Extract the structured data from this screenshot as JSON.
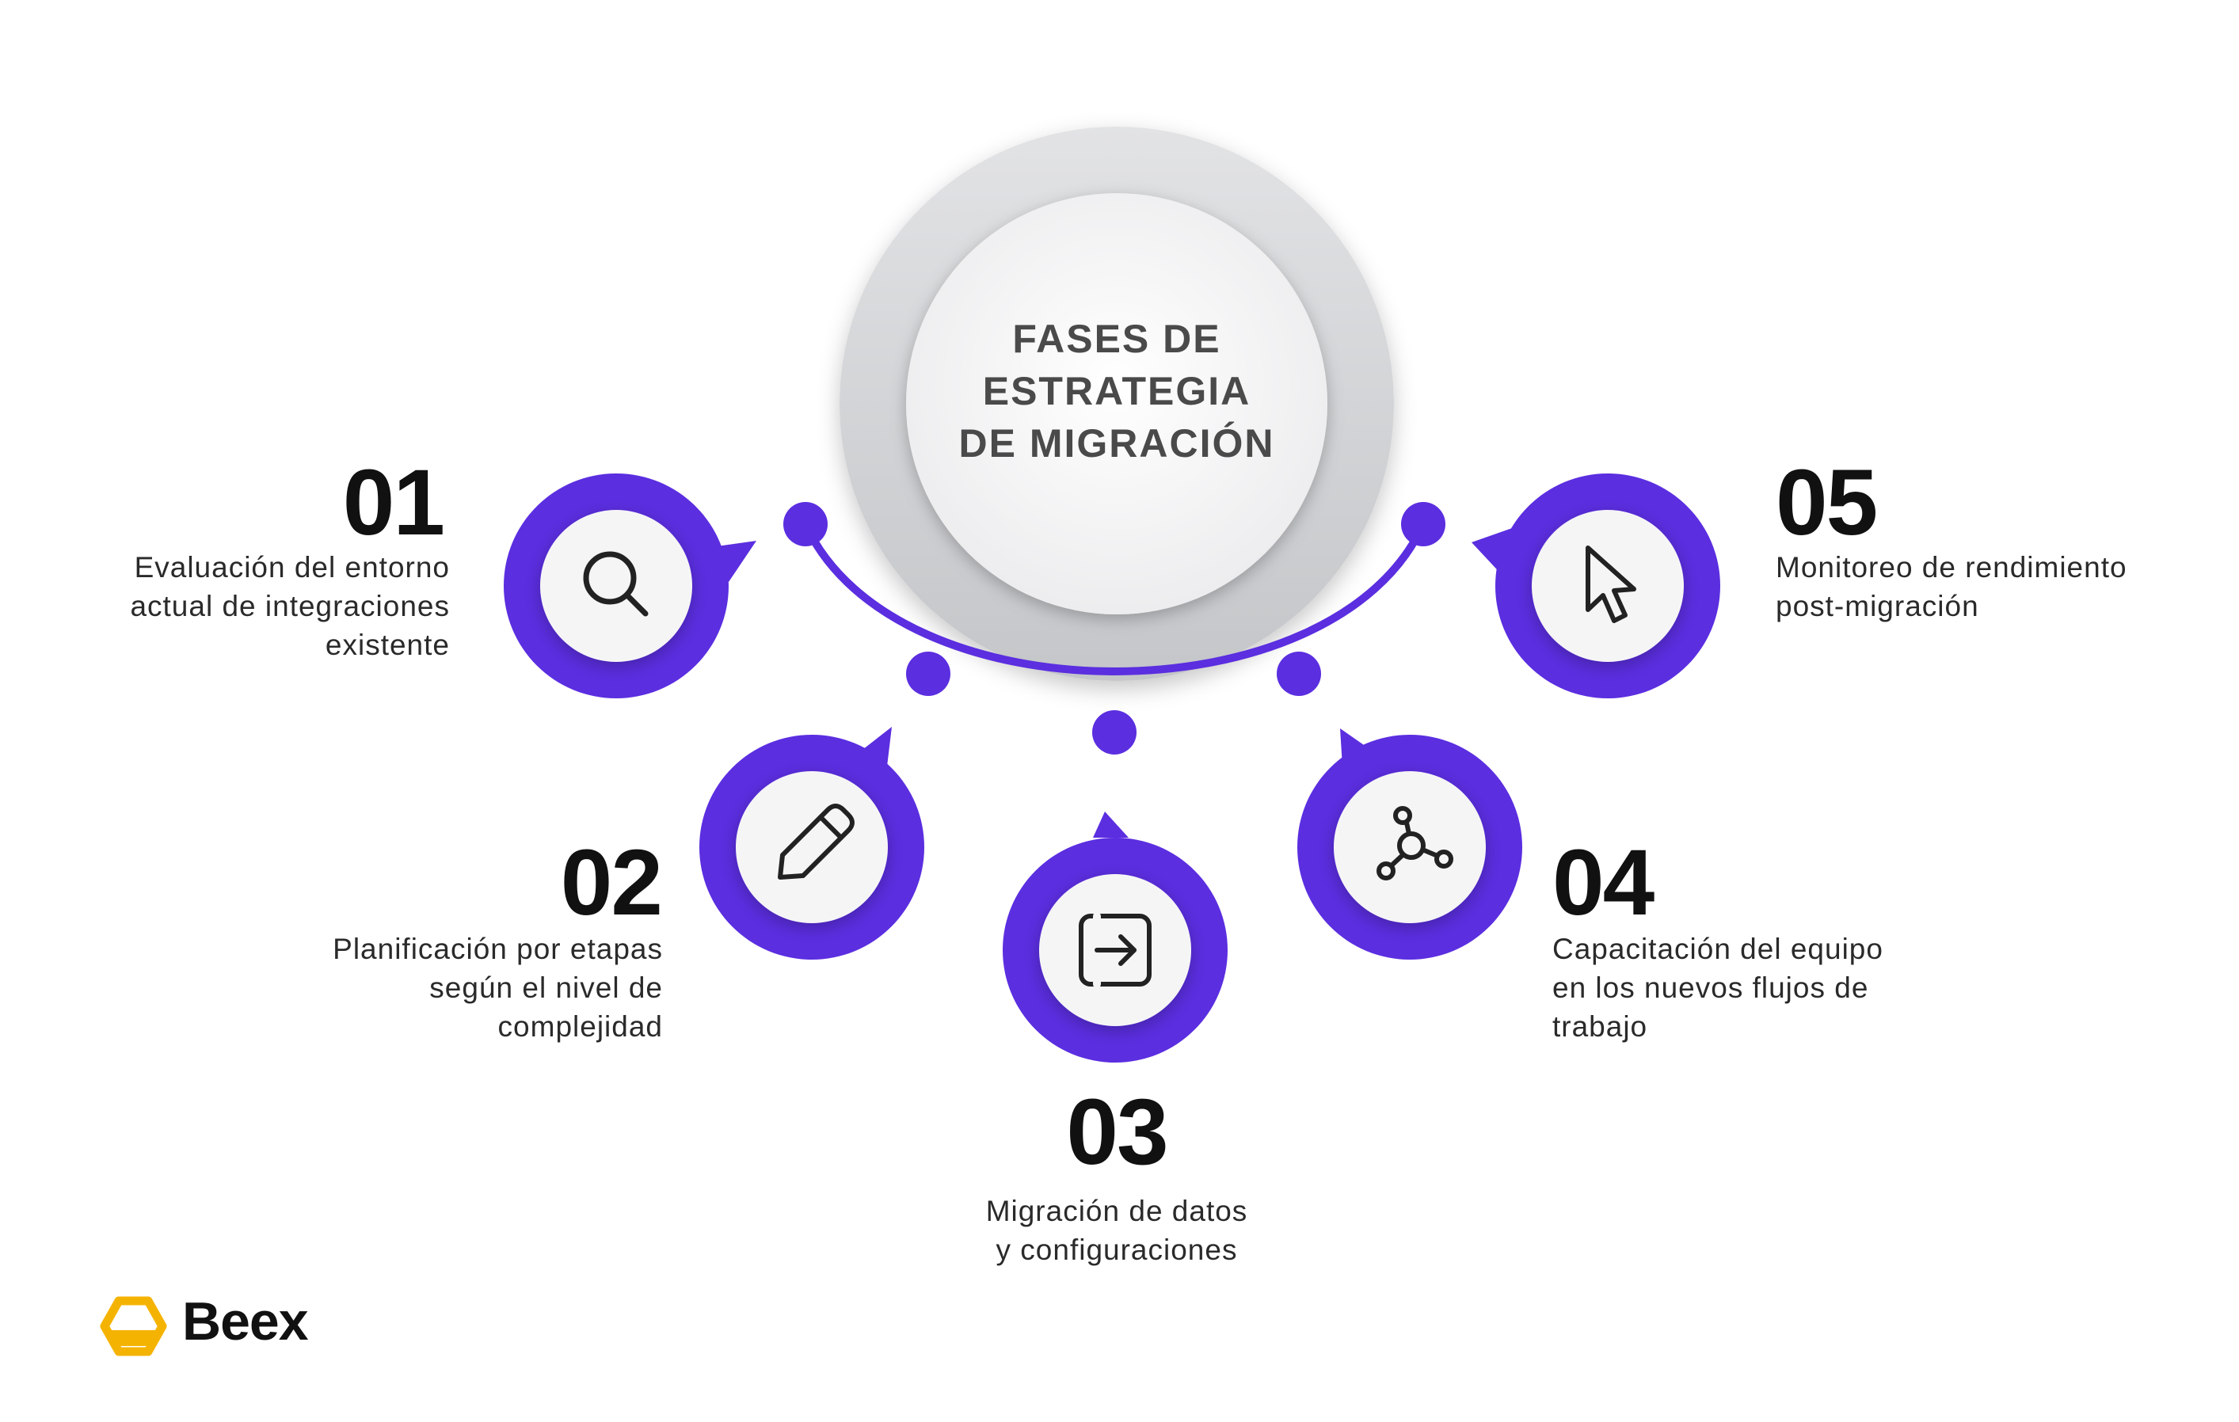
{
  "title_lines": [
    "FASES DE",
    "ESTRATEGIA",
    "DE MIGRACIÓN"
  ],
  "colors": {
    "accent": "#5b2ee0",
    "ring": "#cfd1d4",
    "center_fill": "#f4f4f5",
    "text_dark": "#111111",
    "brand_yellow": "#f5b301"
  },
  "phases": [
    {
      "number": "01",
      "icon": "search-icon",
      "description": [
        "Evaluación del entorno",
        "actual de integraciones",
        "existente"
      ]
    },
    {
      "number": "02",
      "icon": "pencil-icon",
      "description": [
        "Planificación por etapas",
        "según el nivel de",
        "complejidad"
      ]
    },
    {
      "number": "03",
      "icon": "login-arrow-icon",
      "description": [
        "Migración de datos",
        "y configuraciones"
      ]
    },
    {
      "number": "04",
      "icon": "network-nodes-icon",
      "description": [
        "Capacitación del equipo",
        "en los nuevos flujos de",
        "trabajo"
      ]
    },
    {
      "number": "05",
      "icon": "cursor-pointer-icon",
      "description": [
        "Monitoreo de rendimiento",
        "post-migración"
      ]
    }
  ],
  "brand": {
    "name": "Beex",
    "icon": "hexagon-logo-icon"
  }
}
